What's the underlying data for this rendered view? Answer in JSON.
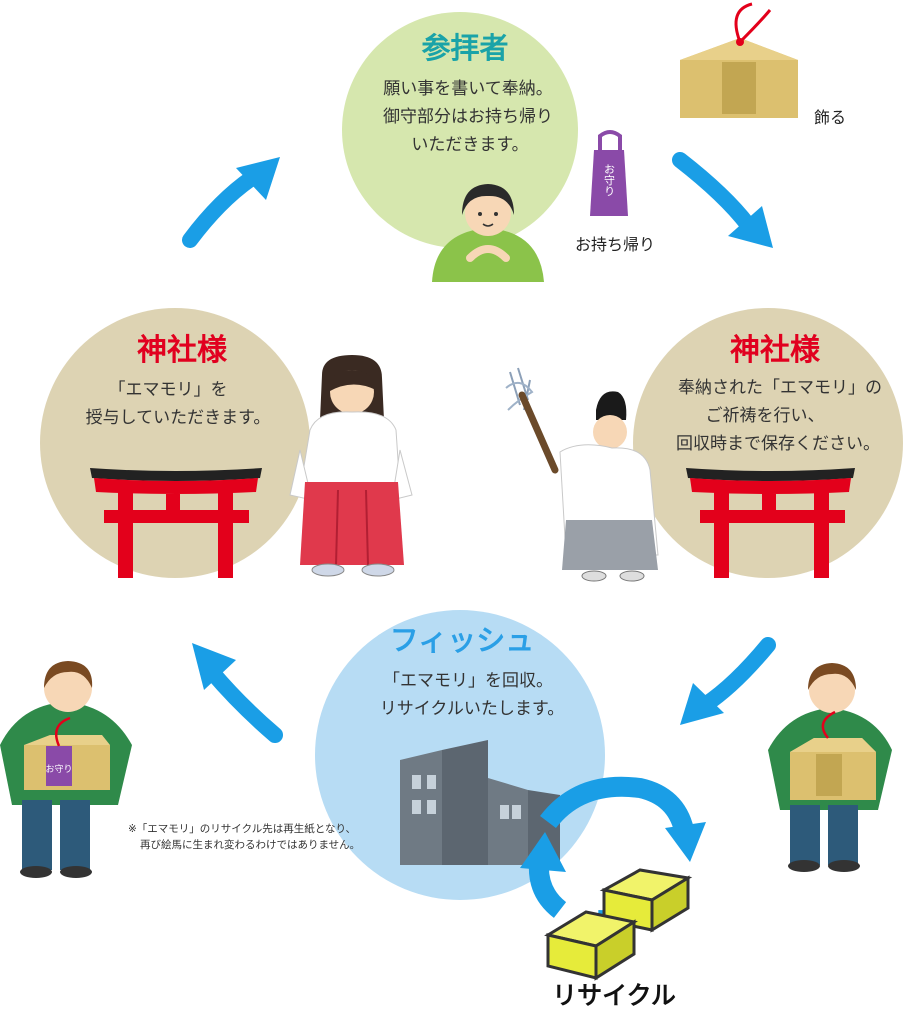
{
  "top": {
    "title": "参拝者",
    "lines": [
      "願い事を書いて奉納。",
      "御守部分はお持ち帰り",
      "いただきます。"
    ],
    "omamori_text": "お守り",
    "label_take_home": "お持ち帰り",
    "label_display": "飾る"
  },
  "left": {
    "title": "神社様",
    "lines": [
      "「エマモリ」を",
      "授与していただきます。"
    ]
  },
  "right": {
    "title": "神社様",
    "lines": [
      "奉納された「エマモリ」の",
      "ご祈祷を行い、",
      "回収時まで保存ください。"
    ]
  },
  "bottom": {
    "title": "フィッシュ",
    "lines": [
      "「エマモリ」を回収。",
      "リサイクルいたします。"
    ],
    "label_recycle": "リサイクル"
  },
  "note": {
    "lines": [
      "※「エマモリ」のリサイクル先は再生紙となり、",
      "再び絵馬に生まれ変わるわけではありません。"
    ]
  },
  "left_person_omamori": "お守り",
  "colors": {
    "green_circle": "#d6e7ae",
    "beige_circle": "#ddd3b3",
    "blue_circle": "#b7dcf4",
    "teal_title": "#1aa3a8",
    "red_title": "#e1001f",
    "blue_title": "#2a9fe6",
    "arrow_blue": "#1a9ee6",
    "torii_red": "#e3001b",
    "ema_gold": "#dcc06f",
    "omamori_purple": "#8a4aa8",
    "person_green": "#2f8a4a",
    "pants_blue": "#2d5a7a",
    "building_gray": "#6f7a84",
    "recycle_yellow": "#e6eb3a"
  }
}
